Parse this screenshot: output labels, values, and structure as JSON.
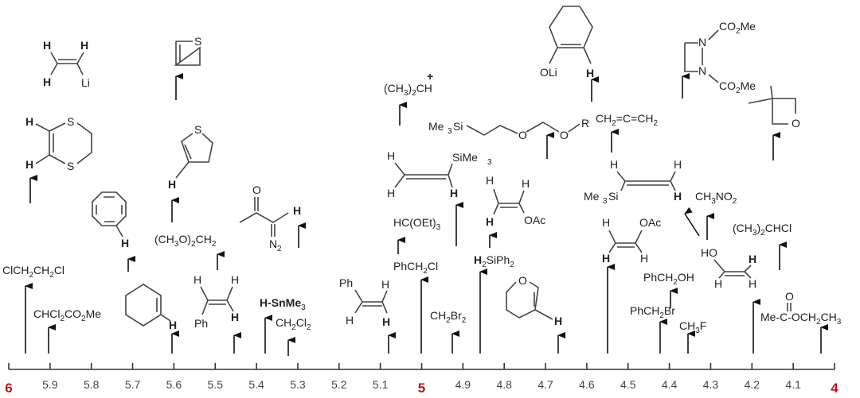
{
  "axis": {
    "ticks": [
      "6",
      "5.9",
      "5.8",
      "5.7",
      "5.6",
      "5.5",
      "5.4",
      "5.3",
      "5.2",
      "5.1",
      "5",
      "4.9",
      "4.8",
      "4.7",
      "4.6",
      "4.5",
      "4.4",
      "4.3",
      "4.2",
      "4.1",
      "4"
    ],
    "major_color": "#c0161c"
  },
  "chart_data": {
    "type": "annotated-axis",
    "xlim": [
      6,
      4
    ],
    "points": [
      {
        "name": "ClCH2CH2Cl",
        "shift": 5.96
      },
      {
        "name": "CHCl2CO2Me",
        "shift": 5.9
      },
      {
        "name": "cyclohexene",
        "shift": 5.6
      },
      {
        "name": "styrene (cis H)",
        "shift": 5.45
      },
      {
        "name": "H-SnMe3",
        "shift": 5.38
      },
      {
        "name": "CH2Cl2",
        "shift": 5.32
      },
      {
        "name": "styrene (trans H)",
        "shift": 5.08
      },
      {
        "name": "PhCH2Cl",
        "shift": 5.0
      },
      {
        "name": "HC(OEt)3",
        "shift": 5.06
      },
      {
        "name": "cyclooctatetraene",
        "shift": 5.71
      },
      {
        "name": "(CH3O)2CH2",
        "shift": 5.5
      },
      {
        "name": "diazoketone",
        "shift": 5.3
      },
      {
        "name": "2,3-dihydrothiophene",
        "shift": 5.6
      },
      {
        "name": "thiete",
        "shift": 5.59
      },
      {
        "name": "dihydrodithiin",
        "shift": 5.95
      },
      {
        "name": "(CH3)2CH+",
        "shift": 5.06
      },
      {
        "name": "vinyltrimethylsilane",
        "shift": 4.92
      },
      {
        "name": "H2SiPh2",
        "shift": 4.86
      },
      {
        "name": "vinyl acetate (Z H)",
        "shift": 4.84
      },
      {
        "name": "dihydropyran",
        "shift": 4.67
      },
      {
        "name": "CH2Br2",
        "shift": 4.93
      },
      {
        "name": "SEM ether",
        "shift": 4.7
      },
      {
        "name": "lithium cyclohexenolate",
        "shift": 4.59
      },
      {
        "name": "CH2=C=CH2",
        "shift": 4.54
      },
      {
        "name": "vinyl acetate (E H)",
        "shift": 4.55
      },
      {
        "name": "CH3NO2",
        "shift": 4.31
      },
      {
        "name": "(CH3)2CHCl",
        "shift": 4.14
      },
      {
        "name": "vinyl alcohol",
        "shift": 4.2
      },
      {
        "name": "PhCH2OH",
        "shift": 4.4
      },
      {
        "name": "PhCH2Br",
        "shift": 4.42
      },
      {
        "name": "CH3F",
        "shift": 4.36
      },
      {
        "name": "ethyl acetate",
        "shift": 4.04
      },
      {
        "name": "diazetidine dicarboxylate",
        "shift": 4.37
      },
      {
        "name": "3,3-dimethyloxetane",
        "shift": 4.15
      }
    ]
  },
  "labels": {
    "clch2ch2cl": [
      "ClCH",
      "2",
      "CH",
      "2",
      "Cl"
    ],
    "chcl2co2me": [
      "CHCl",
      "2",
      "CO",
      "2",
      "Me"
    ],
    "hsnme3": [
      "H-SnMe",
      "3"
    ],
    "ch2cl2": [
      "CH",
      "2",
      "Cl",
      "2"
    ],
    "phch2cl": [
      "PhCH",
      "2",
      "Cl"
    ],
    "hcoet3": [
      "HC(OEt)",
      "3"
    ],
    "ch3o2ch2": [
      "(CH",
      "3",
      "O)",
      "2",
      "CH",
      "2"
    ],
    "ch3ch": [
      "(CH",
      "3",
      ")",
      "2",
      "CH",
      "+"
    ],
    "h2siph2": [
      "H",
      "2",
      "SiPh",
      "2"
    ],
    "ch2br2": [
      "CH",
      "2",
      "Br",
      "2"
    ],
    "allene": [
      "CH",
      "2",
      "=C=CH",
      "2"
    ],
    "ch3no2": [
      "CH",
      "3",
      "NO",
      "2"
    ],
    "ch32chcl": [
      "(CH",
      "3",
      ")",
      "2",
      "CHCl"
    ],
    "phch2oh": [
      "PhCH",
      "2",
      "OH"
    ],
    "phch2br": [
      "PhCH",
      "2",
      "Br"
    ],
    "ch3f": [
      "CH",
      "3",
      "F"
    ],
    "etoac": [
      "Me-C-OCH",
      "2",
      "CH",
      "3",
      "O"
    ]
  },
  "atoms": {
    "H": "H",
    "S": "S",
    "Li": "Li",
    "Ph": "Ph",
    "O": "O",
    "N": "N",
    "N2": "N",
    "two": "2",
    "three": "3",
    "SiMe3": "SiMe",
    "Me3Si": "Me",
    "Si": "Si",
    "OAc": "OAc",
    "OLi": "OLi",
    "R": "R",
    "HO": "HO",
    "CO2Me_a": "CO",
    "Me": "Me"
  }
}
